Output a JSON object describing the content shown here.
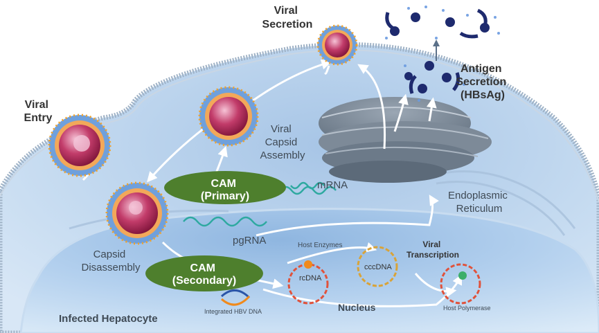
{
  "labels": {
    "viral_entry": [
      "Viral",
      "Entry"
    ],
    "viral_secretion": [
      "Viral",
      "Secretion"
    ],
    "antigen_secretion": [
      "Antigen",
      "Secretion",
      "(HBsAg)"
    ],
    "viral_capsid_assembly": [
      "Viral",
      "Capsid",
      "Assembly"
    ],
    "capsid_disassembly": [
      "Capsid",
      "Disassembly"
    ],
    "cam_primary": [
      "CAM",
      "(Primary)"
    ],
    "cam_secondary": [
      "CAM",
      "(Secondary)"
    ],
    "mrna": "mRNA",
    "pgrna": "pgRNA",
    "endoplasmic_reticulum": [
      "Endoplasmic",
      "Reticulum"
    ],
    "host_enzymes": "Host Enzymes",
    "viral_transcription": [
      "Viral",
      "Transcription"
    ],
    "rcdna": "rcDNA",
    "cccdna": "cccDNA",
    "host_polymerase": "Host Polymerase",
    "integrated_hbv_dna": "Integrated HBV DNA",
    "nucleus": "Nucleus",
    "infected_hepatocyte": "Infected Hepatocyte"
  },
  "colors": {
    "cam_green": "#4e7f2d",
    "cell_blue": "#b9d3ec",
    "nucleus_blue": "#a8c9ea",
    "membrane": "#93a8bd",
    "capsid_red": "#a3234d",
    "envelope_blue": "#5c86c6",
    "text_dark": "#333333"
  }
}
